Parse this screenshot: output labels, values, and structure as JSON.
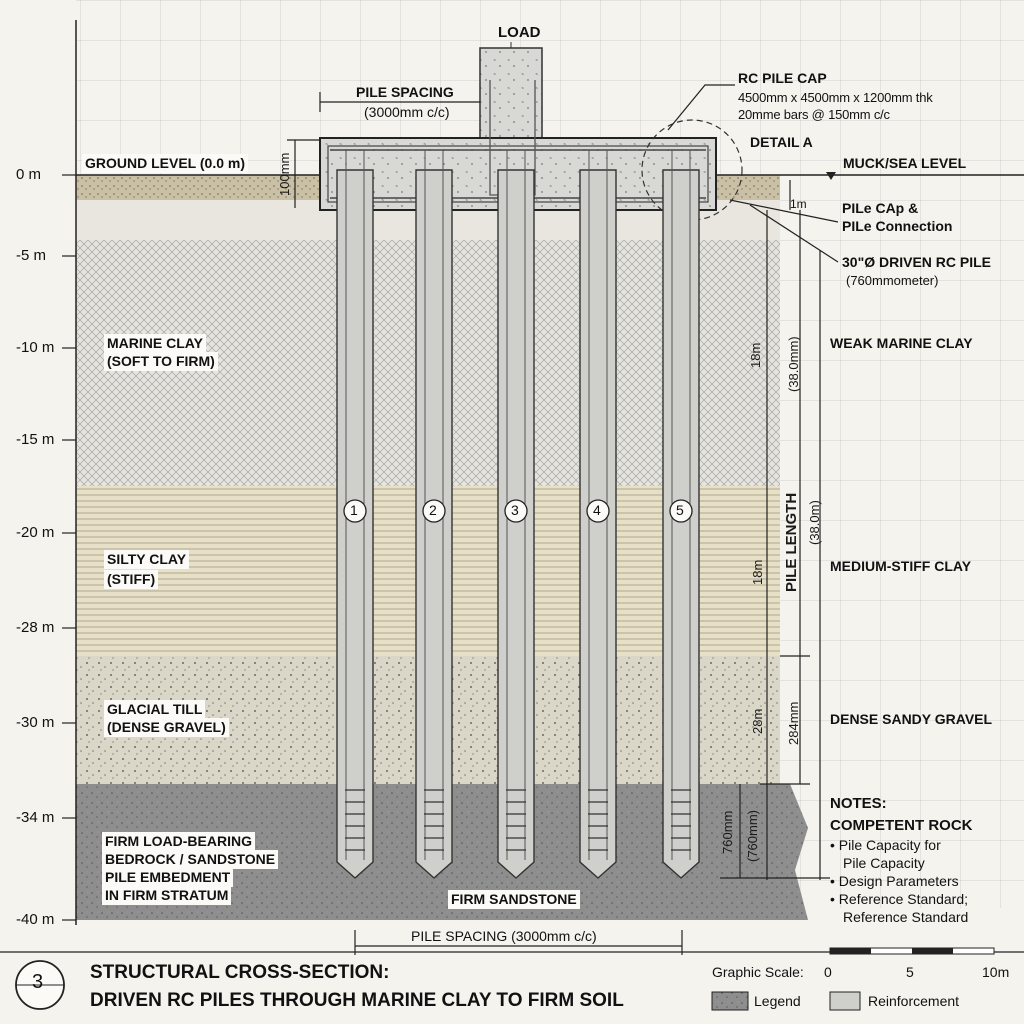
{
  "title": {
    "number": "3",
    "line1": "STRUCTURAL CROSS-SECTION:",
    "line2": "DRIVEN RC PILES THROUGH MARINE CLAY TO FIRM SOIL"
  },
  "depth_ticks": [
    "0 m",
    "-5 m",
    "-10 m",
    "-15 m",
    "-20 m",
    "-28 m",
    "-30 m",
    "-34 m",
    "-40 m"
  ],
  "load_label": "LOAD",
  "pile_spacing_top": {
    "title": "PILE SPACING",
    "value": "(3000mm c/c)"
  },
  "pile_spacing_bottom": "PILE SPACING (3000mm c/c)",
  "dim_100mm": "100mm",
  "ground_level": "GROUND LEVEL (0.0 m)",
  "pile_cap": {
    "title": "RC PILE CAP",
    "size": "4500mm x 4500mm x 1200mm thk",
    "bars": "20mme bars @ 150mm c/c"
  },
  "detail_a": "DETAIL A",
  "muck_level": "MUCK/SEA LEVEL",
  "dim_1m": "1m",
  "connection": {
    "line1": "PILe CAp &",
    "line2": "PILe Connection"
  },
  "pile_type": {
    "line1": "30\"Ø DRIVEN RC PILE",
    "line2": "(760mmometer)"
  },
  "layers_left": [
    {
      "line1": "MARINE CLAY",
      "line2": "(SOFT TO FIRM)"
    },
    {
      "line1": "SILTY CLAY",
      "line2": "(STIFF)"
    },
    {
      "line1": "GLACIAL TILL",
      "line2": "(DENSE GRAVEL)"
    },
    {
      "line1": "FIRM LOAD-BEARING",
      "line2": "BEDROCK / SANDSTONE",
      "line3": "PILE EMBEDMENT",
      "line4": "IN FIRM STRATUM"
    }
  ],
  "layers_right": [
    "WEAK MARINE CLAY",
    "MEDIUM-STIFF CLAY",
    "DENSE SANDY GRAVEL"
  ],
  "firm_sandstone": "FIRM SANDSTONE",
  "pile_numbers": [
    "1",
    "2",
    "3",
    "4",
    "5"
  ],
  "dims_vertical": {
    "d18a": "18m",
    "d38a": "(38.0mm)",
    "pile_length": "PILE LENGTH",
    "d38b": "(38.0m)",
    "d18b": "18m",
    "d28": "28m",
    "d284": "284mm",
    "d760a": "760mm",
    "d760b": "(760mm)"
  },
  "notes": {
    "title": "NOTES:",
    "subtitle": "COMPETENT ROCK",
    "items": [
      "Pile Capacity for",
      "Pile Capacity",
      "Design Parameters",
      "Reference Standard;",
      "Reference Standard"
    ]
  },
  "scale": {
    "label": "Graphic Scale:",
    "t0": "0",
    "t5": "5",
    "t10": "10m"
  },
  "legend": {
    "item1": "Legend",
    "item2": "Reinforcement"
  },
  "colors": {
    "paper": "#f4f3ee",
    "marine_clay": "#e3e2dc",
    "silty_clay": "#e6dec4",
    "glacial_till": "#d8d4c4",
    "bedrock": "#8f8f8f",
    "concrete": "#d9d9d6"
  }
}
